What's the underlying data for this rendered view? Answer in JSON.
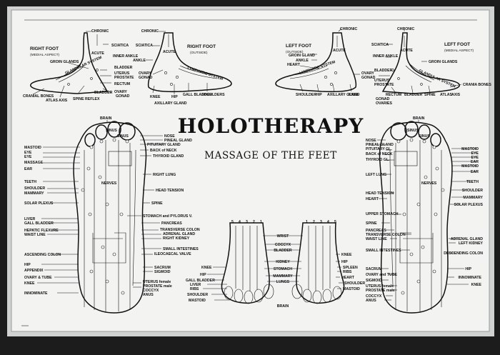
{
  "title": "HOLOTHERAPY",
  "subtitle": "MASSAGE OF THE FEET",
  "panels": {
    "right_foot_medial": {
      "heading": [
        "RIGHT FOOT",
        "(MEDIAL ASPECT)"
      ],
      "labels": [
        "CHRONIC",
        "SCIATICA",
        "ACUTE",
        "INNER ANKLE",
        "GROIN GLANDS",
        "BLADDER",
        "UTERUS",
        "PROSTATE",
        "RECTUM",
        "OVARY",
        "GONAD",
        "BLADDER",
        "SPINE REFLEX",
        "ATLAS AXIS",
        "CRANIAL BONES",
        "GLANDULAR SYSTEM"
      ]
    },
    "right_foot_outside": {
      "heading": [
        "RIGHT FOOT",
        "(OUTSIDE)"
      ],
      "labels": [
        "CHRONIC",
        "ACUTE",
        "SCIATICA",
        "ANKLE",
        "OVARY",
        "GONAD",
        "KNEE",
        "HIP",
        "GALL BLADDER",
        "SHOULDERS",
        "AXILLARY GLAND",
        "LYMPHATIC SYSTEM"
      ]
    },
    "left_foot_outside": {
      "heading": [
        "LEFT FOOT",
        "(OUTSIDE)"
      ],
      "labels": [
        "CHRONIC",
        "ACUTE",
        "GROIN GLAND",
        "ANKLE",
        "HEART",
        "SHOULDER",
        "HIP",
        "AXILLARY GLAND",
        "KNEE",
        "OVARY",
        "GONAD",
        "LYMPHATIC SYSTEM"
      ]
    },
    "left_foot_medial": {
      "heading": [
        "LEFT FOOT",
        "(MEDIAL ASPECT)"
      ],
      "labels": [
        "CHRONIC",
        "SCIATICA",
        "ACUTE",
        "GROIN GLANDS",
        "INNER ANKLE",
        "BLADDER",
        "UTERUS",
        "PROSTATE",
        "RECTUM",
        "BLADDER",
        "SPINE",
        "ATLAS",
        "AXIS",
        "CRANIA BONES",
        "GONAD",
        "OVARIES",
        "GLANDULAR SYSTEM"
      ]
    },
    "right_sole": {
      "left_labels": [
        "MASTOID",
        "EYE",
        "EYE",
        "MASSAGE",
        "EAR",
        "TEETH",
        "SHOULDER",
        "MAMMARY",
        "SOLAR PLEXUS",
        "LIVER",
        "GALL BLADDER",
        "HEPATIC FLEXURE",
        "WAIST LINE",
        "ASCENDING COLON",
        "HIP",
        "APPENDIX",
        "OVARY & TUBE",
        "KNEE",
        "INNOMINATE"
      ],
      "right_labels": [
        "BRAIN",
        "NOSE",
        "PINEAL GLAND",
        "PITUITARY GLAND",
        "BACK of NECK",
        "THYROID GLAND",
        "RIGHT LUNG",
        "HEAD TENSION",
        "SPINE",
        "STOMACH and PYLORUS V.",
        "PANCREAS",
        "TRANSVERSE COLON",
        "ADRENAL GLAND",
        "RIGHT KIDNEY",
        "SMALL INTESTINES",
        "ILEOCAECAL VALVE",
        "SACRUM",
        "SIGMOID",
        "UTERUS female",
        "PROSTATE male",
        "COCCYX",
        "ANUS"
      ],
      "toe_labels": [
        "SINUS",
        "SINUS",
        "NERVES"
      ]
    },
    "left_sole": {
      "left_labels": [
        "NOSE",
        "PINEAL GLAND",
        "PITUITARY GL.",
        "BACK of NECK",
        "THYROID GL.",
        "LEFT LUNG",
        "HEAD TENSION",
        "HEART",
        "UPPER STOMACH",
        "SPINE",
        "PANCREAS",
        "TRANSVERSE COLON",
        "WAIST LINE",
        "SMALL INTESTINES",
        "SACRUM",
        "OVARY and TUBE",
        "SIGMOID",
        "UTERUS female",
        "PROSTATE male",
        "COCCYX",
        "ANUS"
      ],
      "right_labels": [
        "BRAIN",
        "MASTOID",
        "EYE",
        "EYE",
        "EAR",
        "MASTOID",
        "EAR",
        "TEETH",
        "SHOULDER",
        "MAMMARY",
        "SOLAR PLEXUS",
        "ADRENAL GLAND",
        "LEFT KIDNEY",
        "DESCENDING COLON",
        "HIP",
        "INNOMINATE",
        "KNEE"
      ],
      "toe_labels": [
        "SINUS",
        "SINUS",
        "NERVES"
      ]
    },
    "dorsal": {
      "center_labels": [
        "WRIST",
        "COCCYX",
        "BLADDER",
        "KIDNEY",
        "STOMACH",
        "MAMMARY",
        "LUNGS",
        "BRAIN"
      ],
      "left_labels": [
        "KNEE",
        "HIP",
        "GALL BLADDER",
        "LIVER",
        "RIBS",
        "SHOULDER",
        "MASTOID"
      ],
      "right_labels": [
        "KNEE",
        "HIP",
        "SPLEEN",
        "RIBS",
        "HEART",
        "SHOULDER",
        "MASTOID"
      ],
      "toe_numbers_left": [
        "5",
        "4",
        "3",
        "2",
        "1"
      ],
      "toe_numbers_right": [
        "1",
        "2",
        "3",
        "4",
        "5"
      ]
    }
  }
}
